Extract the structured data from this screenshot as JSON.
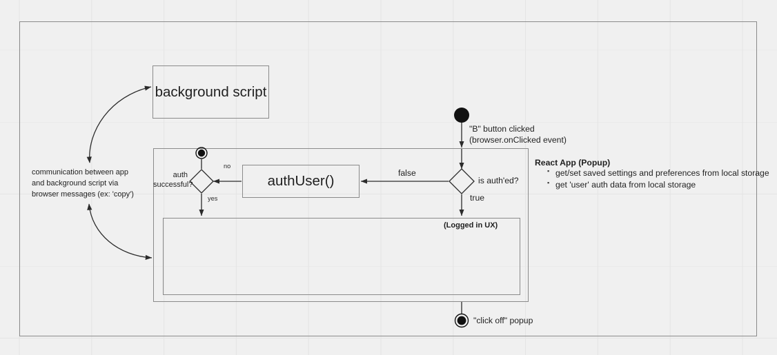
{
  "diagram": {
    "title": "browser extension auth activity diagram",
    "colors": {
      "background": "#f0f0f0",
      "grid": "#e4e4e4",
      "stroke": "#8a8a8a",
      "line": "#2b2b2b",
      "text": "#1f1f1f"
    },
    "nodes": {
      "background_script": "background script",
      "auth_user": "authUser()",
      "logged_in_ux": "(Logged in UX)",
      "is_authed": "is auth'ed?",
      "auth_successful": "auth\nsuccessful?"
    },
    "edge_labels": {
      "b_button_clicked": "\"B\" button clicked\n(browser.onClicked event)",
      "false": "false",
      "true": "true",
      "no": "no",
      "yes": "yes",
      "click_off_popup": "\"click off\" popup"
    },
    "annotations": {
      "communication": "communication between app\nand background script via\nbrowser messages (ex: 'copy')"
    },
    "react_app": {
      "heading": "React App (Popup)",
      "items": [
        "get/set saved settings and preferences from local storage",
        "get 'user' auth data from local storage"
      ]
    },
    "icons": {
      "start_node": "start-node-filled-circle",
      "end_node": "end-node-ringed-circle",
      "decision": "decision-diamond"
    }
  }
}
